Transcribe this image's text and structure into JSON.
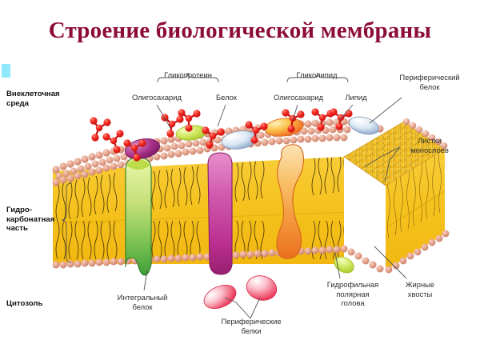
{
  "page": {
    "title": "Строение биологической мембраны",
    "title_color": "#8d0b3a",
    "background": "#ffffff"
  },
  "diagram": {
    "type": "biological-membrane-cross-section",
    "palette": {
      "lipid_head": "#e09a86",
      "lipid_head_light": "#f0b9a6",
      "lipid_tail": "#f7c72b",
      "lipid_tail_dark": "#e8a81b",
      "oligosaccharide": "#ef2020",
      "integral_protein_green": "#6fbf4a",
      "integral_protein_magenta": "#c0379a",
      "integral_protein_orange": "#f08a32",
      "peripheral_protein_pink": "#ef4060",
      "peripheral_protein_violet": "#9b2f7a",
      "peripheral_protein_orange": "#f5972b",
      "peripheral_protein_blue": "#b9cee6",
      "glycolipid_green": "#bcd94a",
      "leader_line": "#4a4a4a"
    },
    "labels": {
      "extracellular": "Внеклеточная\nсреда",
      "hydrocarbon": "Гидро-\nкарбонатная\nчасть",
      "cytosol": "Цитозоль",
      "glycoprotein": "Гликопротеин",
      "glycolipid": "Гликолипид",
      "oligosaccharide_left": "Олигосахарид",
      "protein": "Белок",
      "oligosaccharide_right": "Олигосахарид",
      "lipid": "Липид",
      "peripheral_protein_top": "Периферический\nбелок",
      "monolayer_leaflets": "Листки\nмонослоев",
      "integral_protein": "Интегральный\nбелок",
      "peripheral_proteins_bottom": "Периферические\nбелки",
      "hydrophilic_head": "Гидрофильная\nполярная\nголова",
      "fatty_tails": "Жирные\nхвосты"
    }
  }
}
